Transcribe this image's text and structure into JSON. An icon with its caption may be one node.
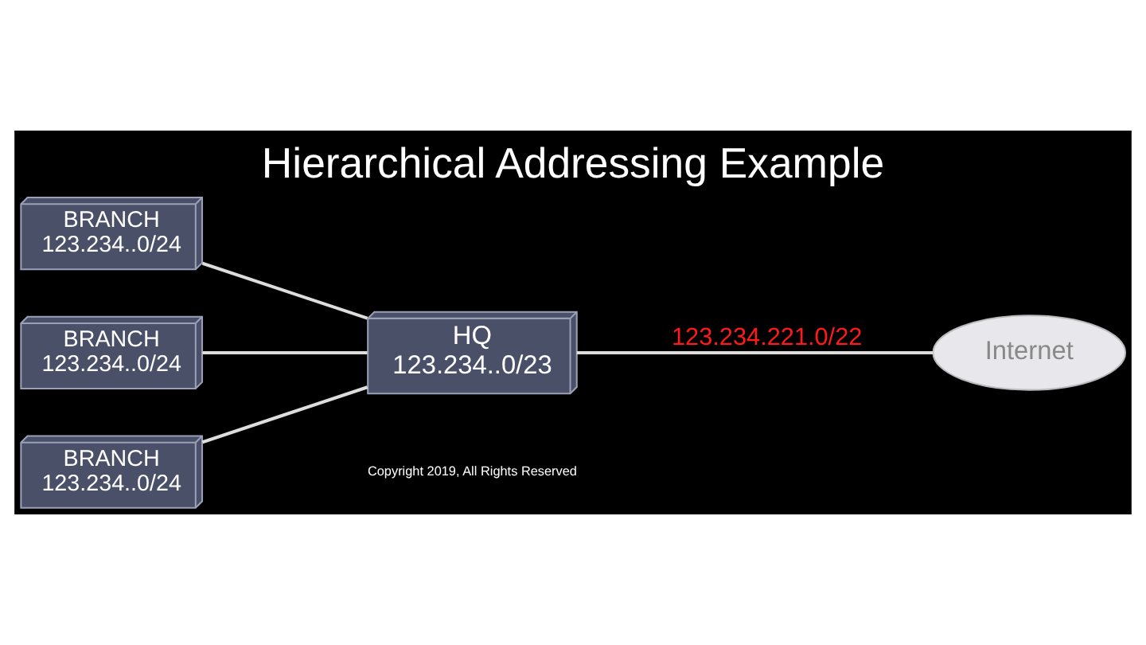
{
  "diagram": {
    "title": "Hierarchical Addressing Example",
    "nodes": [
      {
        "text": [
          "BRANCH",
          "123.234..0/24"
        ]
      },
      {
        "text": [
          "BRANCH",
          "123.234..0/24"
        ]
      },
      {
        "text": [
          "BRANCH",
          "123.234..0/24"
        ]
      },
      {
        "text": [
          "HQ",
          "123.234..0/23"
        ]
      },
      {
        "text": [
          "Internet"
        ]
      }
    ],
    "edges": [
      {
        "from": 0,
        "to": 3,
        "arrow": "none"
      },
      {
        "from": 1,
        "to": 3,
        "arrow": "none"
      },
      {
        "from": 2,
        "to": 3,
        "arrow": "none"
      },
      {
        "from": 3,
        "to": 4,
        "arrow": "none",
        "label": "123.234.221.0/22"
      }
    ],
    "labels": [
      "Copyright 2019, All Rights Reserved"
    ]
  }
}
